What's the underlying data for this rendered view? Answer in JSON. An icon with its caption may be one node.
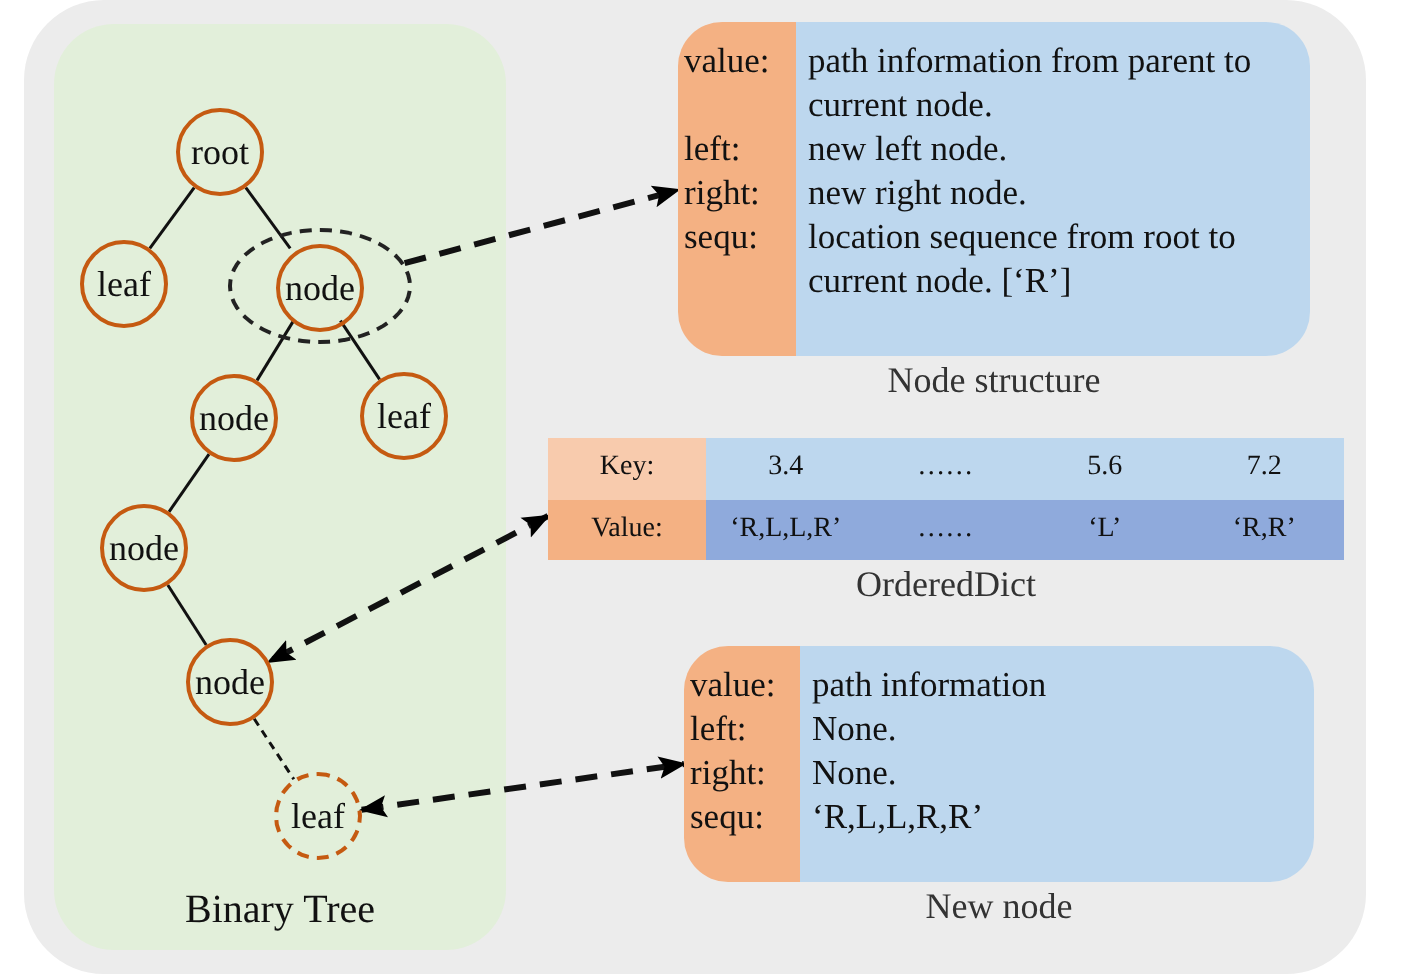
{
  "diagram": {
    "nodes": [
      {
        "text": [
          "Binary Tree"
        ]
      },
      {
        "text": [
          "root"
        ],
        "in": 0
      },
      {
        "text": [
          "leaf"
        ],
        "in": 0
      },
      {
        "text": [],
        "shape": "ellipse",
        "in": 0
      },
      {
        "text": [
          "node"
        ],
        "in": 3
      },
      {
        "text": [
          "node"
        ],
        "in": 0
      },
      {
        "text": [
          "leaf"
        ],
        "in": 0
      },
      {
        "text": [
          "node"
        ],
        "in": 0
      },
      {
        "text": [
          "node"
        ],
        "in": 0
      },
      {
        "text": [
          "leaf"
        ],
        "in": 0
      },
      {
        "text": [
          "value:",
          "path information from parent to current node.",
          "left:",
          "new left node.",
          "right:",
          "new right node.",
          "sequ:",
          "location sequence from root to current node. [‘R’]"
        ],
        "beside": [
          "Node structure"
        ]
      },
      {
        "text": [
          "Key:",
          "3.4",
          "……",
          "5.6",
          "7.2",
          "Value:",
          "‘R,L,L,R’",
          "……",
          "‘L’",
          "‘R,R’"
        ],
        "beside": [
          "OrderedDict"
        ]
      },
      {
        "text": [
          "value:",
          "path information",
          "left:",
          "None.",
          "right:",
          "None.",
          "sequ:",
          "‘R,L,L,R,R’"
        ],
        "beside": [
          "New node"
        ]
      }
    ],
    "edges": [
      {
        "from": 1,
        "to": 2,
        "arrow": "none"
      },
      {
        "from": 1,
        "to": 4,
        "arrow": "none"
      },
      {
        "from": 4,
        "to": 5,
        "arrow": "none"
      },
      {
        "from": 4,
        "to": 6,
        "arrow": "none"
      },
      {
        "from": 5,
        "to": 7,
        "arrow": "none"
      },
      {
        "from": 7,
        "to": 8,
        "arrow": "none"
      },
      {
        "from": 8,
        "to": 9,
        "arrow": "none",
        "style": "dashed"
      },
      {
        "from": 3,
        "to": 10,
        "arrow": "to",
        "style": "dashed"
      },
      {
        "from": 11,
        "to": 8,
        "arrow": "both",
        "style": "dashed"
      },
      {
        "from": 9,
        "to": 12,
        "arrow": "both",
        "style": "dashed"
      }
    ]
  }
}
